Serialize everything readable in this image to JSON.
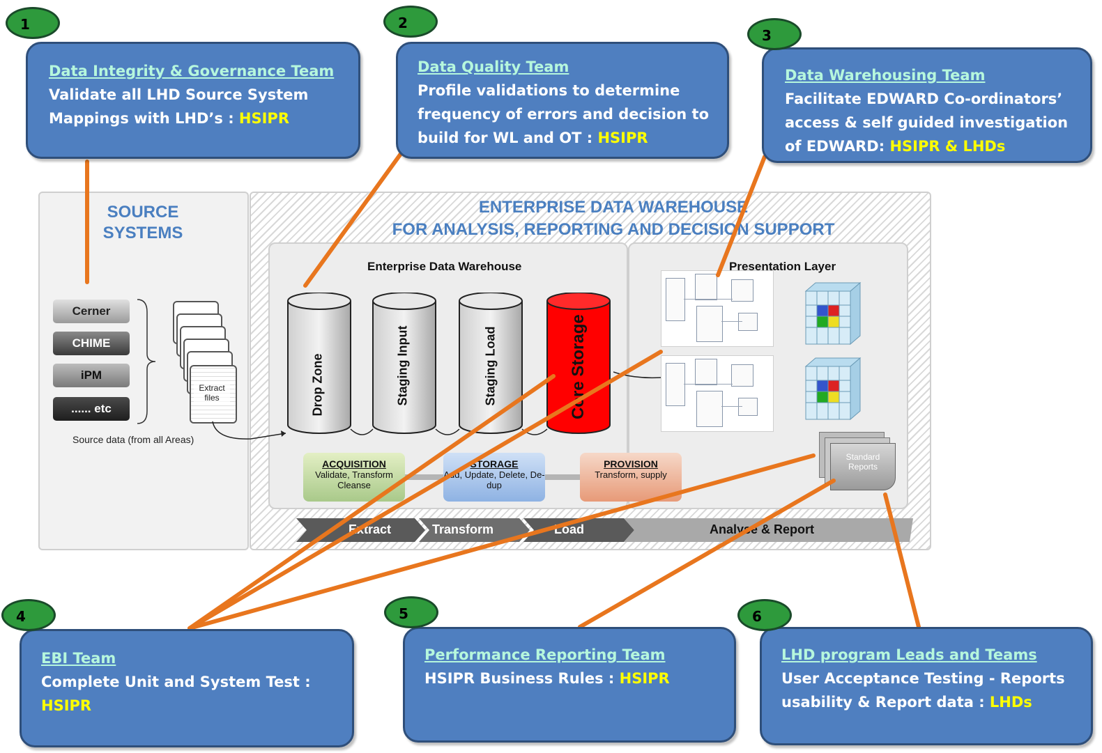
{
  "callouts": [
    {
      "num": "1",
      "team": "Data Integrity & Governance Team",
      "desc": "Validate all LHD Source System Mappings  with LHD’s : ",
      "highlight": "HSIPR"
    },
    {
      "num": "2",
      "team": "Data Quality Team",
      "desc": "Profile validations to determine frequency of errors and decision to build for WL and OT : ",
      "highlight": "HSIPR"
    },
    {
      "num": "3",
      "team": "Data Warehousing  Team",
      "desc": "Facilitate EDWARD Co-ordinators’ access & self guided investigation of EDWARD: ",
      "highlight": "HSIPR & LHDs"
    },
    {
      "num": "4",
      "team": "EBI Team",
      "desc": "Complete Unit and System Test : ",
      "highlight": "HSIPR"
    },
    {
      "num": "5",
      "team": "Performance Reporting Team",
      "desc": "HSIPR Business Rules : ",
      "highlight": "HSIPR"
    },
    {
      "num": "6",
      "team": "LHD program Leads and Teams",
      "desc": "User Acceptance Testing  - Reports usability & Report data : ",
      "highlight": "LHDs"
    }
  ],
  "diagram": {
    "source_title_1": "SOURCE",
    "source_title_2": "SYSTEMS",
    "edw_title_1": "ENTERPRISE DATA WAREHOUSE",
    "edw_title_2": "FOR ANALYSIS, REPORTING AND DECISION SUPPORT",
    "edw_sub": "Enterprise Data Warehouse",
    "pres_sub": "Presentation Layer",
    "sources": [
      "Cerner",
      "CHIME",
      "iPM",
      "...... etc"
    ],
    "extract_files": "Extract files",
    "source_caption": "Source data (from all Areas)",
    "cylinders": [
      "Drop Zone",
      "Staging Input",
      "Staging Load",
      "Core Storage"
    ],
    "steps": [
      {
        "title": "ACQUISITION",
        "text": "Validate, Transform Cleanse"
      },
      {
        "title": "STORAGE",
        "text": "Add, Update, Delete, De-dup"
      },
      {
        "title": "PROVISION",
        "text": "Transform, supply"
      }
    ],
    "standard_reports": "Standard Reports",
    "arrows": [
      "Extract",
      "Transform",
      "Load"
    ],
    "analyse": "Analyse & Report"
  },
  "colors": {
    "box": "#4f7fc0",
    "team": "#b6f7dd",
    "highlight": "#ffff00",
    "badge": "#2e9a3c",
    "connector": "#e8761e",
    "core": "#ff0000"
  }
}
